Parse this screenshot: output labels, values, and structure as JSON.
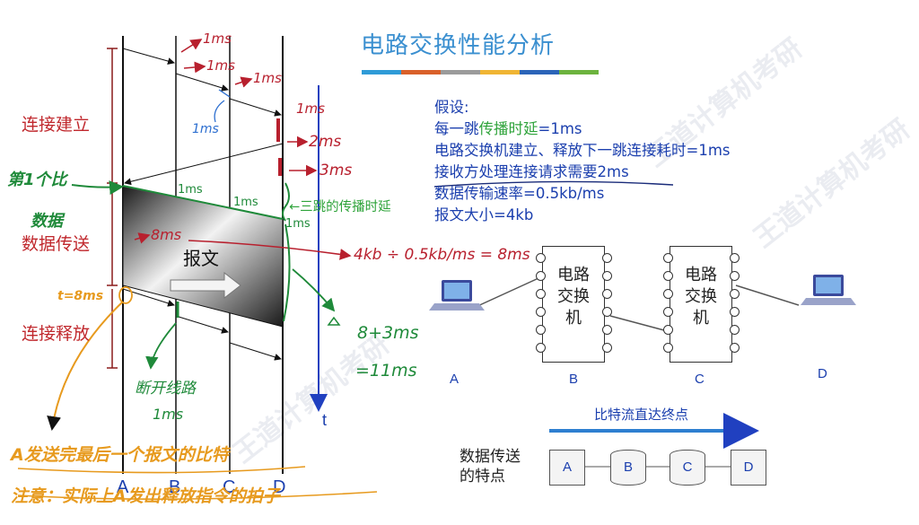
{
  "slide": {
    "title": "电路交换性能分析",
    "title_bar_colors": [
      "#2f9bd7",
      "#d9602a",
      "#9b9b9b",
      "#f0b534",
      "#2b64b8",
      "#6cb33e"
    ]
  },
  "timeline": {
    "nodes": [
      "A",
      "B",
      "C",
      "D"
    ],
    "time_axis_label": "t",
    "phases": [
      "连接建立",
      "数据传送",
      "连接释放"
    ],
    "message_label": "报文"
  },
  "assumptions": {
    "heading": "假设:",
    "line1_prefix": "每一跳",
    "line1_highlight": "传播时延",
    "line1_suffix": "=1ms",
    "line2": "电路交换机建立、释放下一跳连接耗时=1ms",
    "line3": "接收方处理连接请求需要2ms",
    "line4": "数据传输速率=0.5kb/ms",
    "line5": "报文大小=4kb"
  },
  "typed_annotation": "←三跳的传播时延",
  "network": {
    "hosts": [
      "A",
      "B",
      "C",
      "D"
    ],
    "switch_label_1": "电路",
    "switch_label_2": "交换",
    "switch_label_3": "机"
  },
  "feature": {
    "caption": "比特流直达终点",
    "label_line1": "数据传送",
    "label_line2": "的特点",
    "boxes": [
      "A",
      "B",
      "C",
      "D"
    ]
  },
  "handwritten": {
    "red_1ms_a": "1ms",
    "red_1ms_b": "1ms",
    "red_1ms_c": "1ms",
    "red_1ms_d": "1ms",
    "blue_1ms": "1ms",
    "red_2ms": "2ms",
    "red_3ms": "3ms",
    "red_8ms": "8ms",
    "red_formula": "4kb ÷ 0.5kb/ms = 8ms",
    "green_first_bit": "第1个比",
    "green_data": "数据",
    "green_1ms_top1": "1ms",
    "green_1ms_top2": "1ms",
    "green_1ms_d": "1ms",
    "green_total": "8+3ms",
    "green_11ms": "=11ms",
    "green_release": "断开线路",
    "green_release_ms": "1ms",
    "orange_t8": "t=8ms",
    "orange_line1": "A发送完最后一个报文的比特",
    "orange_line2": "注意：实际上A发出释放指令的拍子"
  }
}
